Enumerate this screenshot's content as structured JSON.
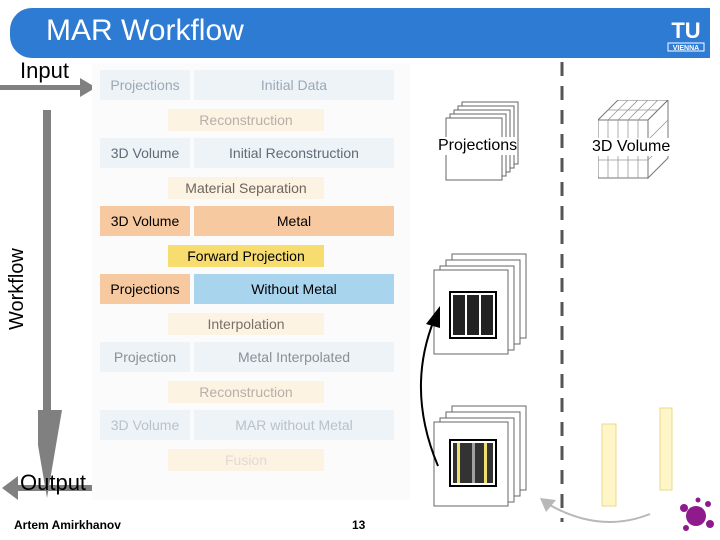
{
  "slide": {
    "title": "MAR Workflow",
    "logo_text": "TU",
    "logo_subtext": "VIENNA",
    "input_label": "Input",
    "output_label": "Output",
    "workflow_label": "Workflow",
    "author": "Artem Amirkhanov",
    "page_number": "13"
  },
  "workflow": {
    "row1": {
      "left": "Projections",
      "right": "Initial Data"
    },
    "step1": "Reconstruction",
    "row2": {
      "left": "3D Volume",
      "right": "Initial Reconstruction"
    },
    "step2": "Material Separation",
    "row3": {
      "left": "3D Volume",
      "right": "Metal"
    },
    "step3": "Forward Projection",
    "row4": {
      "left": "Projections",
      "right": "Without Metal"
    },
    "step4": "Interpolation",
    "row5": {
      "left": "Projection",
      "right": "Metal Interpolated"
    },
    "step5": "Reconstruction",
    "row6": {
      "left": "3D Volume",
      "right": "MAR without Metal"
    },
    "step6": "Fusion"
  },
  "illustrations": {
    "projections_label": "Projections",
    "volume_label": "3D Volume"
  },
  "colors": {
    "title_bar": "#2e7bd3",
    "arrow_gray": "#808080",
    "highlight_arrow": "#ffff33",
    "blue_box": "#a8d4ee",
    "orange_box": "#f6c9a0",
    "yellow_box": "#f7dc6f"
  }
}
